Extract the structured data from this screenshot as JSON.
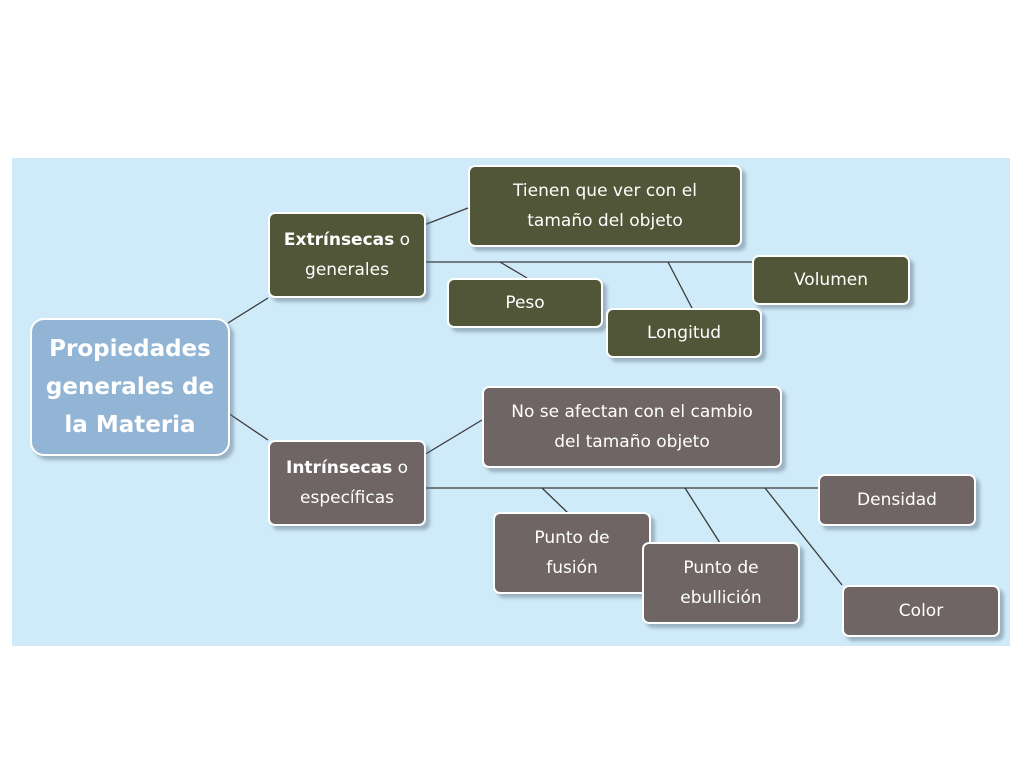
{
  "diagram": {
    "root": {
      "lines": [
        "Propiedades",
        "generales de",
        "la Materia"
      ]
    },
    "extrinsic": {
      "category_bold": "Extrínsecas",
      "category_rest": " o",
      "category_line2": "generales",
      "description": [
        "Tienen que ver con el",
        "tamaño del objeto"
      ],
      "items": [
        "Volumen",
        "Peso",
        "Longitud"
      ]
    },
    "intrinsic": {
      "category_bold": "Intrínsecas",
      "category_rest": " o",
      "category_line2": "específicas",
      "description": [
        "No se afectan con el cambio",
        "del tamaño objeto"
      ],
      "items": [
        "Densidad",
        [
          "Punto de",
          "fusión"
        ],
        [
          "Punto de",
          "ebullición"
        ],
        "Color"
      ]
    }
  },
  "colors": {
    "background": "#cfeaf8",
    "root_fill": "#92b5d6",
    "extrinsic_fill": "#505637",
    "intrinsic_fill": "#6f6565",
    "connector": "#3a3a3a"
  }
}
